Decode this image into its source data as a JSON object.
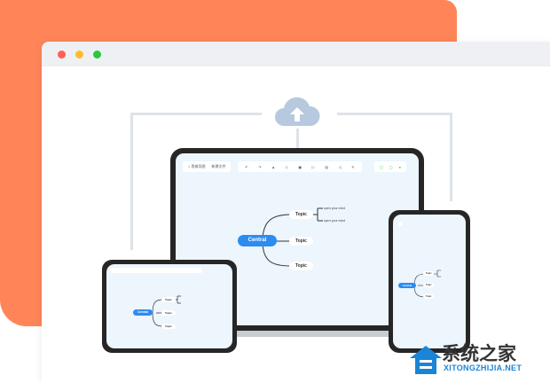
{
  "colors": {
    "accent": "#2d8cf0",
    "orange": "#ff8559",
    "frame": "#262626"
  },
  "icons": [
    "cloud-upload-icon",
    "undo-icon",
    "redo-icon",
    "brush-icon"
  ],
  "mindmap": {
    "central": "Central",
    "topics": [
      "Topic",
      "Topic",
      "Topic"
    ],
    "subtopics": [
      "open your mind",
      "open your mind"
    ]
  },
  "toolbar": {
    "back_label": "< 思维导图",
    "file_label": "新建文件"
  },
  "logo": {
    "cn": "系统之家",
    "en": "XITONGZHIJIA.NET"
  }
}
